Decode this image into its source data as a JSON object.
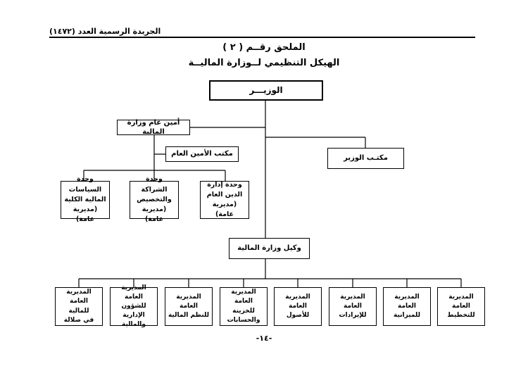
{
  "header": {
    "running_title": "الجريدة الرسمية العدد (١٤٧٢)"
  },
  "titles": {
    "annex": "الملحق رقــم ( ٢ )",
    "main": "الهيكل التنظيمي لــوزارة الماليــة"
  },
  "org": {
    "minister": "الوزيـــر",
    "secretary_general": "أمين عام وزارة المالية",
    "secretary_office": "مكتب الأمين العام",
    "minister_office": "مكتـب الوزير",
    "undersecretary": "وكيل وزارة المالية",
    "units": [
      {
        "lines": [
          "وحدة السياسات",
          "المالية الكلية",
          "(مديرية عامة)"
        ]
      },
      {
        "lines": [
          "وحدة الشراكة",
          "والتخصيص",
          "(مديرية عامة)"
        ]
      },
      {
        "lines": [
          "وحدة إدارة",
          "الدين العام",
          "(مديرية عامة)"
        ]
      }
    ],
    "directorates": [
      {
        "lines": [
          "المديرية العامة",
          "للمالية",
          "في صلالة"
        ]
      },
      {
        "lines": [
          "المديرية العامة",
          "للشؤون",
          "الإدارية والمالية"
        ]
      },
      {
        "lines": [
          "المديرية العامة",
          "للنظم المالية"
        ]
      },
      {
        "lines": [
          "المديرية العامة",
          "للخزينة",
          "والحسابات"
        ]
      },
      {
        "lines": [
          "المديرية العامة",
          "للأصول"
        ]
      },
      {
        "lines": [
          "المديرية العامة",
          "للإيرادات"
        ]
      },
      {
        "lines": [
          "المديرية العامة",
          "للميزانية"
        ]
      },
      {
        "lines": [
          "المديرية العامة",
          "للتخطيط"
        ]
      }
    ]
  },
  "page_number": "-١٤-"
}
